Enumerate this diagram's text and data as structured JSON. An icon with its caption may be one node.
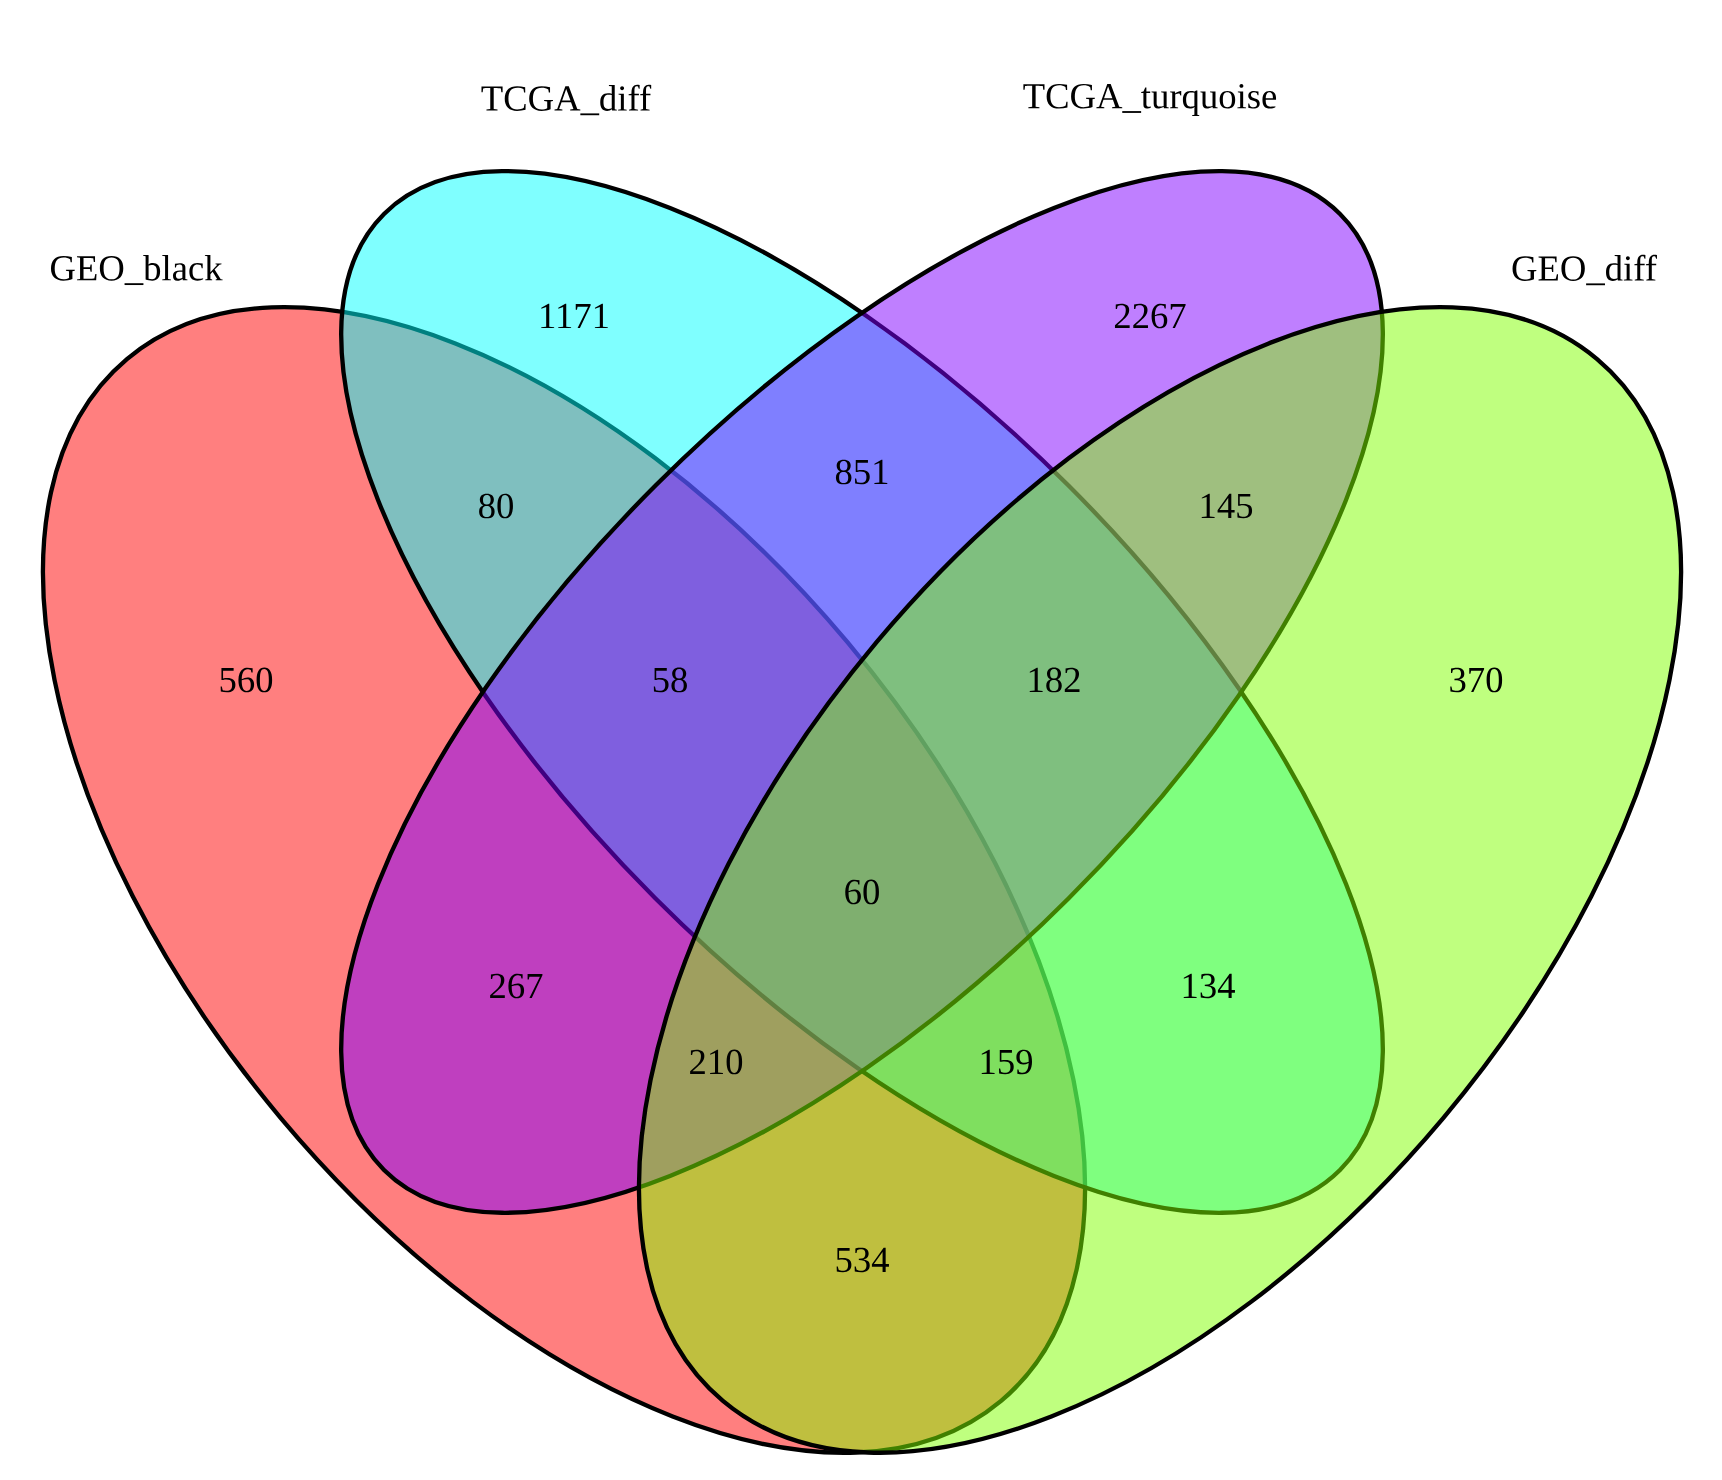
{
  "diagram": {
    "nodes": [
      {
        "text": [
          "GEO_black"
        ]
      },
      {
        "text": [
          "TCGA_diff"
        ]
      },
      {
        "text": [
          "TCGA_turquoise"
        ]
      },
      {
        "text": [
          "GEO_diff"
        ]
      }
    ],
    "labels": [
      "1171",
      "2267",
      "80",
      "851",
      "145",
      "560",
      "58",
      "182",
      "370",
      "60",
      "267",
      "134",
      "210",
      "159",
      "534"
    ]
  }
}
